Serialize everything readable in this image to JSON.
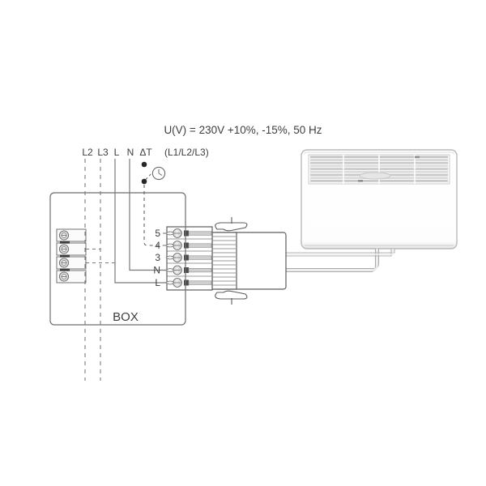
{
  "diagram": {
    "title_note": "U(V) = 230V +10%, -15%, 50 Hz",
    "phase_note": "(L1/L2/L3)",
    "box_label": "BOX",
    "supply_labels": [
      {
        "id": "l2",
        "text": "L2",
        "line_style": "dashed"
      },
      {
        "id": "l3",
        "text": "L3",
        "line_style": "dashed"
      },
      {
        "id": "l",
        "text": "L",
        "line_style": "solid"
      },
      {
        "id": "n",
        "text": "N",
        "line_style": "solid"
      },
      {
        "id": "dt",
        "text": "ΔT",
        "line_style": "dashed"
      }
    ],
    "connector_terminals": [
      {
        "id": "t5",
        "text": "5",
        "connected": true
      },
      {
        "id": "t4",
        "text": "4",
        "connected": true
      },
      {
        "id": "t3",
        "text": "3",
        "connected": false
      },
      {
        "id": "tn",
        "text": "N",
        "connected": true
      },
      {
        "id": "tl",
        "text": "L",
        "connected": true
      }
    ],
    "symbols": {
      "timer": "clock-timer-symbol",
      "switch": "contact-switch-symbol"
    },
    "colors": {
      "background": "#ffffff",
      "line": "#808080",
      "line_dark": "#4d4d4d",
      "text": "#3d3d3d",
      "grille": "#c9c9c9",
      "grille_light": "#e8e8e8",
      "heater_body": "#ffffff",
      "heater_edge": "#b5b5b5",
      "terminal_fill": "#d8d8d8"
    },
    "components": {
      "heater": "convector-heater",
      "junction_box": "junction-box",
      "terminal_block": "screw-terminal-block",
      "plug_connector": "ribbed-plug-connector",
      "control_unit": "control-unit-body",
      "cable": "supply-cable"
    }
  }
}
